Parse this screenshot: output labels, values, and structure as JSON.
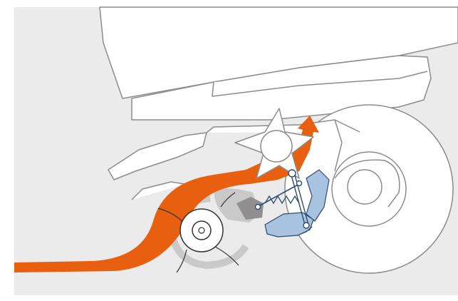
{
  "figure": {
    "kind": "technical cutaway illustration",
    "colors": {
      "background": "#ebebeb",
      "outline": "#8c8c8c",
      "flow_arrow": "#e8600f",
      "mechanism": "#a8c3e0",
      "mechanism_outline": "#2f4a6b",
      "shading": "#c9c9c9"
    },
    "parts": [
      "mower-body",
      "seat",
      "rear-wheel",
      "front-cutter-blade",
      "rear-discharge-blade",
      "grass-flow-arrow",
      "spring-mechanism",
      "lever-bracket"
    ]
  }
}
